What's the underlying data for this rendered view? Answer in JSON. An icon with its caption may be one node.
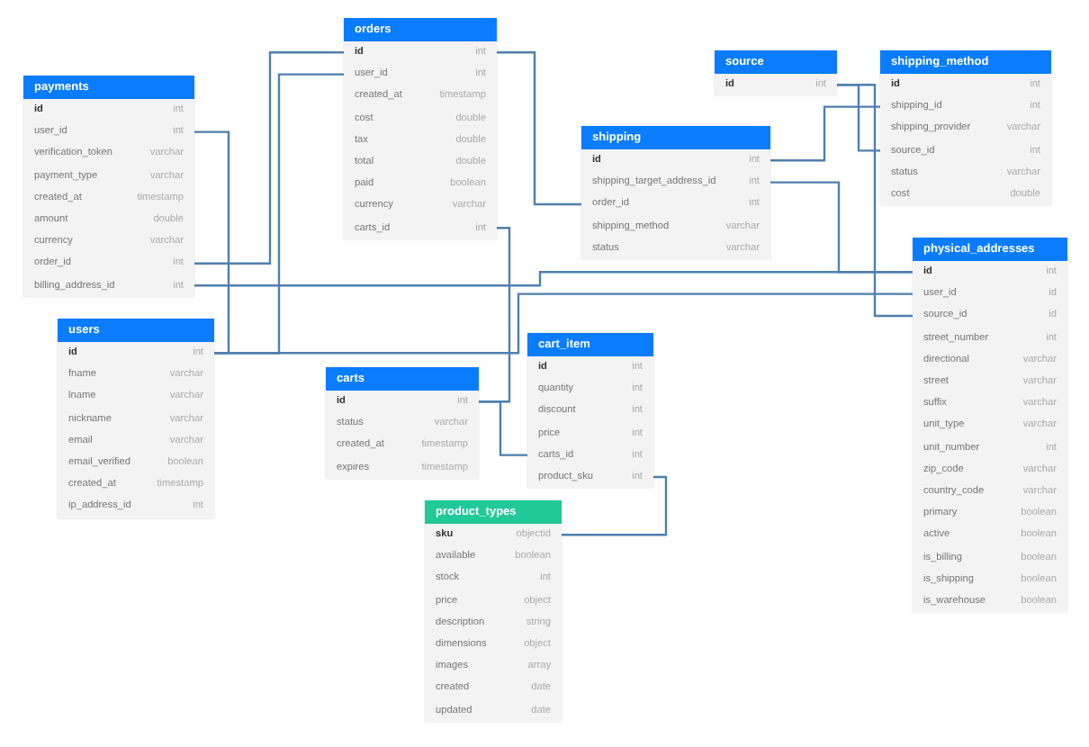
{
  "diagram": {
    "nodes": [
      {
        "text": [
          "orders"
        ]
      },
      {
        "text": [
          "id",
          "int"
        ],
        "in": 0
      },
      {
        "text": [
          "user_id",
          "int"
        ],
        "in": 0
      },
      {
        "text": [
          "created_at",
          "timestamp"
        ],
        "in": 0
      },
      {
        "text": [
          "cost",
          "double"
        ],
        "in": 0
      },
      {
        "text": [
          "tax",
          "double"
        ],
        "in": 0
      },
      {
        "text": [
          "total",
          "double"
        ],
        "in": 0
      },
      {
        "text": [
          "paid",
          "boolean"
        ],
        "in": 0
      },
      {
        "text": [
          "currency",
          "varchar"
        ],
        "in": 0
      },
      {
        "text": [
          "carts_id",
          "int"
        ],
        "in": 0
      },
      {
        "text": [
          "source"
        ]
      },
      {
        "text": [
          "id",
          "int"
        ],
        "in": 10
      },
      {
        "text": [
          "shipping_method"
        ]
      },
      {
        "text": [
          "id",
          "int"
        ],
        "in": 12
      },
      {
        "text": [
          "shipping_id",
          "int"
        ],
        "in": 12
      },
      {
        "text": [
          "shipping_provider",
          "varchar"
        ],
        "in": 12
      },
      {
        "text": [
          "source_id",
          "int"
        ],
        "in": 12
      },
      {
        "text": [
          "status",
          "varchar"
        ],
        "in": 12
      },
      {
        "text": [
          "cost",
          "double"
        ],
        "in": 12
      },
      {
        "text": [
          "payments"
        ]
      },
      {
        "text": [
          "id",
          "int"
        ],
        "in": 19
      },
      {
        "text": [
          "user_id",
          "int"
        ],
        "in": 19
      },
      {
        "text": [
          "verification_token",
          "varchar"
        ],
        "in": 19
      },
      {
        "text": [
          "payment_type",
          "varchar"
        ],
        "in": 19
      },
      {
        "text": [
          "created_at",
          "timestamp"
        ],
        "in": 19
      },
      {
        "text": [
          "amount",
          "double"
        ],
        "in": 19
      },
      {
        "text": [
          "currency",
          "varchar"
        ],
        "in": 19
      },
      {
        "text": [
          "order_id",
          "int"
        ],
        "in": 19
      },
      {
        "text": [
          "billing_address_id",
          "int"
        ],
        "in": 19
      },
      {
        "text": [
          "shipping"
        ]
      },
      {
        "text": [
          "id",
          "int"
        ],
        "in": 29
      },
      {
        "text": [
          "shipping_target_address_id",
          "int"
        ],
        "in": 29
      },
      {
        "text": [
          "order_id",
          "int"
        ],
        "in": 29
      },
      {
        "text": [
          "shipping_method",
          "varchar"
        ],
        "in": 29
      },
      {
        "text": [
          "status",
          "varchar"
        ],
        "in": 29
      },
      {
        "text": [
          "physical_addresses"
        ]
      },
      {
        "text": [
          "id",
          "int"
        ],
        "in": 35
      },
      {
        "text": [
          "user_id",
          "id"
        ],
        "in": 35
      },
      {
        "text": [
          "source_id",
          "id"
        ],
        "in": 35
      },
      {
        "text": [
          "street_number",
          "int"
        ],
        "in": 35
      },
      {
        "text": [
          "directional",
          "varchar"
        ],
        "in": 35
      },
      {
        "text": [
          "street",
          "varchar"
        ],
        "in": 35
      },
      {
        "text": [
          "suffix",
          "varchar"
        ],
        "in": 35
      },
      {
        "text": [
          "unit_type",
          "varchar"
        ],
        "in": 35
      },
      {
        "text": [
          "unit_number",
          "int"
        ],
        "in": 35
      },
      {
        "text": [
          "zip_code",
          "varchar"
        ],
        "in": 35
      },
      {
        "text": [
          "country_code",
          "varchar"
        ],
        "in": 35
      },
      {
        "text": [
          "primary",
          "boolean"
        ],
        "in": 35
      },
      {
        "text": [
          "active",
          "boolean"
        ],
        "in": 35
      },
      {
        "text": [
          "is_billing",
          "boolean"
        ],
        "in": 35
      },
      {
        "text": [
          "is_shipping",
          "boolean"
        ],
        "in": 35
      },
      {
        "text": [
          "is_warehouse",
          "boolean"
        ],
        "in": 35
      },
      {
        "text": [
          "users"
        ]
      },
      {
        "text": [
          "id",
          "int"
        ],
        "in": 52
      },
      {
        "text": [
          "fname",
          "varchar"
        ],
        "in": 52
      },
      {
        "text": [
          "lname",
          "varchar"
        ],
        "in": 52
      },
      {
        "text": [
          "nickname",
          "varchar"
        ],
        "in": 52
      },
      {
        "text": [
          "email",
          "varchar"
        ],
        "in": 52
      },
      {
        "text": [
          "email_verified",
          "boolean"
        ],
        "in": 52
      },
      {
        "text": [
          "created_at",
          "timestamp"
        ],
        "in": 52
      },
      {
        "text": [
          "ip_address_id",
          "int"
        ],
        "in": 52
      },
      {
        "text": [
          "cart_item"
        ]
      },
      {
        "text": [
          "id",
          "int"
        ],
        "in": 61
      },
      {
        "text": [
          "quantity",
          "int"
        ],
        "in": 61
      },
      {
        "text": [
          "discount",
          "int"
        ],
        "in": 61
      },
      {
        "text": [
          "price",
          "int"
        ],
        "in": 61
      },
      {
        "text": [
          "carts_id",
          "int"
        ],
        "in": 61
      },
      {
        "text": [
          "product_sku",
          "int"
        ],
        "in": 61
      },
      {
        "text": [
          "carts"
        ]
      },
      {
        "text": [
          "id",
          "int"
        ],
        "in": 68
      },
      {
        "text": [
          "status",
          "varchar"
        ],
        "in": 68
      },
      {
        "text": [
          "created_at",
          "timestamp"
        ],
        "in": 68
      },
      {
        "text": [
          "expires",
          "timestamp"
        ],
        "in": 68
      },
      {
        "text": [
          "product_types"
        ]
      },
      {
        "text": [
          "sku",
          "objectid"
        ],
        "in": 73
      },
      {
        "text": [
          "available",
          "boolean"
        ],
        "in": 73
      },
      {
        "text": [
          "stock",
          "int"
        ],
        "in": 73
      },
      {
        "text": [
          "price",
          "object"
        ],
        "in": 73
      },
      {
        "text": [
          "description",
          "string"
        ],
        "in": 73
      },
      {
        "text": [
          "dimensions",
          "object"
        ],
        "in": 73
      },
      {
        "text": [
          "images",
          "array"
        ],
        "in": 73
      },
      {
        "text": [
          "created",
          "date"
        ],
        "in": 73
      },
      {
        "text": [
          "updated",
          "date"
        ],
        "in": 73
      }
    ],
    "edges": [
      {
        "from": 21,
        "to": 53,
        "arrow": "none"
      },
      {
        "from": 27,
        "to": 1,
        "arrow": "none"
      },
      {
        "from": 28,
        "to": 36,
        "arrow": "none"
      },
      {
        "from": 2,
        "to": 53,
        "arrow": "none"
      },
      {
        "from": 1,
        "to": 32,
        "arrow": "none"
      },
      {
        "from": 9,
        "to": 69,
        "arrow": "none"
      },
      {
        "from": 69,
        "to": 66,
        "arrow": "none"
      },
      {
        "from": 67,
        "to": 74,
        "arrow": "none"
      },
      {
        "from": 53,
        "to": 37,
        "arrow": "none"
      },
      {
        "from": 30,
        "to": 14,
        "arrow": "none"
      },
      {
        "from": 31,
        "to": 36,
        "arrow": "none"
      },
      {
        "from": 11,
        "to": 16,
        "arrow": "none"
      },
      {
        "from": 11,
        "to": 38,
        "arrow": "none"
      }
    ]
  }
}
